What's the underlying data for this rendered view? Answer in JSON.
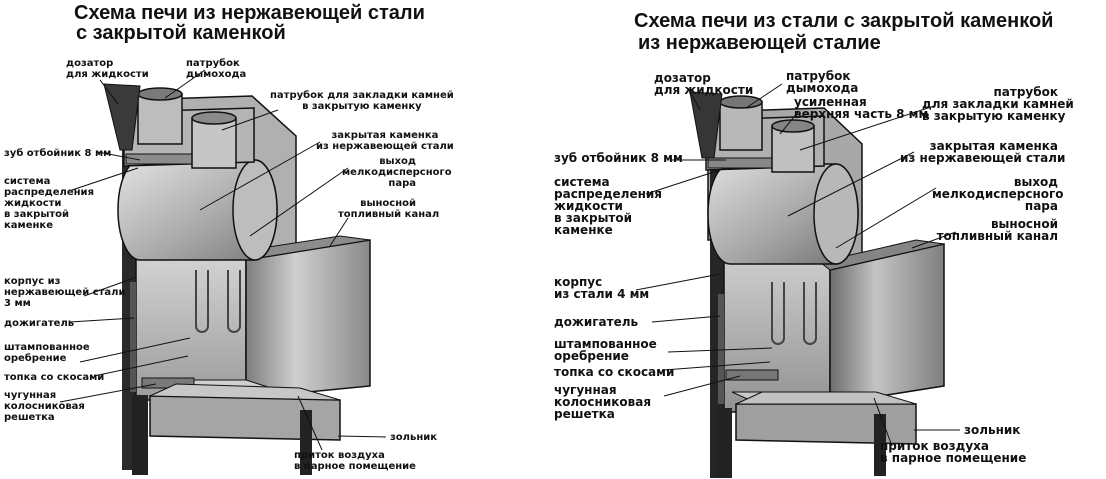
{
  "left": {
    "title_line1": "Схема печи из нержавеющей стали",
    "title_line2": "с закрытой каменкой",
    "labels": {
      "doser": "дозатор\nдля жидкости",
      "flue_pipe": "патрубок\nдымохода",
      "stone_pipe": "патрубок для закладки камней\nв закрытую каменку",
      "closed_heater": "закрытая каменка\nиз нержавеющей стали",
      "steam_outlet": "выход\nмелкодисперсного\nпара",
      "fuel_channel": "выносной\nтопливный канал",
      "deflector_tooth": "зуб отбойник 8 мм",
      "liquid_system": "система\nраспределения\nжидкости\nв закрытой\nкаменке",
      "body": "корпус из\nнержавеющей стали\n3 мм",
      "afterburner": "дожигатель",
      "ribbing": "штампованное\nоребрение",
      "firebox": "топка со скосами",
      "grate": "чугунная\nколосниковая\nрешетка",
      "ash_pan": "зольник",
      "air_inflow": "приток воздуха\nв парное помещение"
    }
  },
  "right": {
    "title_line1": "Схема печи из стали с закрытой каменкой",
    "title_line2": "из нержавеющей сталие",
    "labels": {
      "doser": "дозатор\nдля жидкости",
      "flue_pipe": "патрубок\nдымохода",
      "reinforced_top": "усиленная\nверхняя часть 8 мм",
      "stone_pipe": "патрубок\nдля закладки камней\nв закрытую каменку",
      "closed_heater": "закрытая каменка\nиз нержавеющей стали",
      "steam_outlet": "выход\nмелкодисперсного\nпара",
      "fuel_channel": "выносной\nтопливный канал",
      "deflector_tooth": "зуб отбойник 8 мм",
      "liquid_system": "система\nраспределения\nжидкости\nв закрытой\nкаменке",
      "body": "корпус\nиз стали 4 мм",
      "afterburner": "дожигатель",
      "ribbing": "штампованное\nоребрение",
      "firebox": "топка со скосами",
      "grate": "чугунная\nколосниковая\nрешетка",
      "ash_pan": "зольник",
      "air_inflow": "приток воздуха\nв парное помещение"
    }
  },
  "colors": {
    "steel_light": "#c9c9c9",
    "steel_mid": "#9a9a9a",
    "steel_dark": "#6a6a6a",
    "shadow": "#1a1a1a",
    "line": "#111111"
  }
}
